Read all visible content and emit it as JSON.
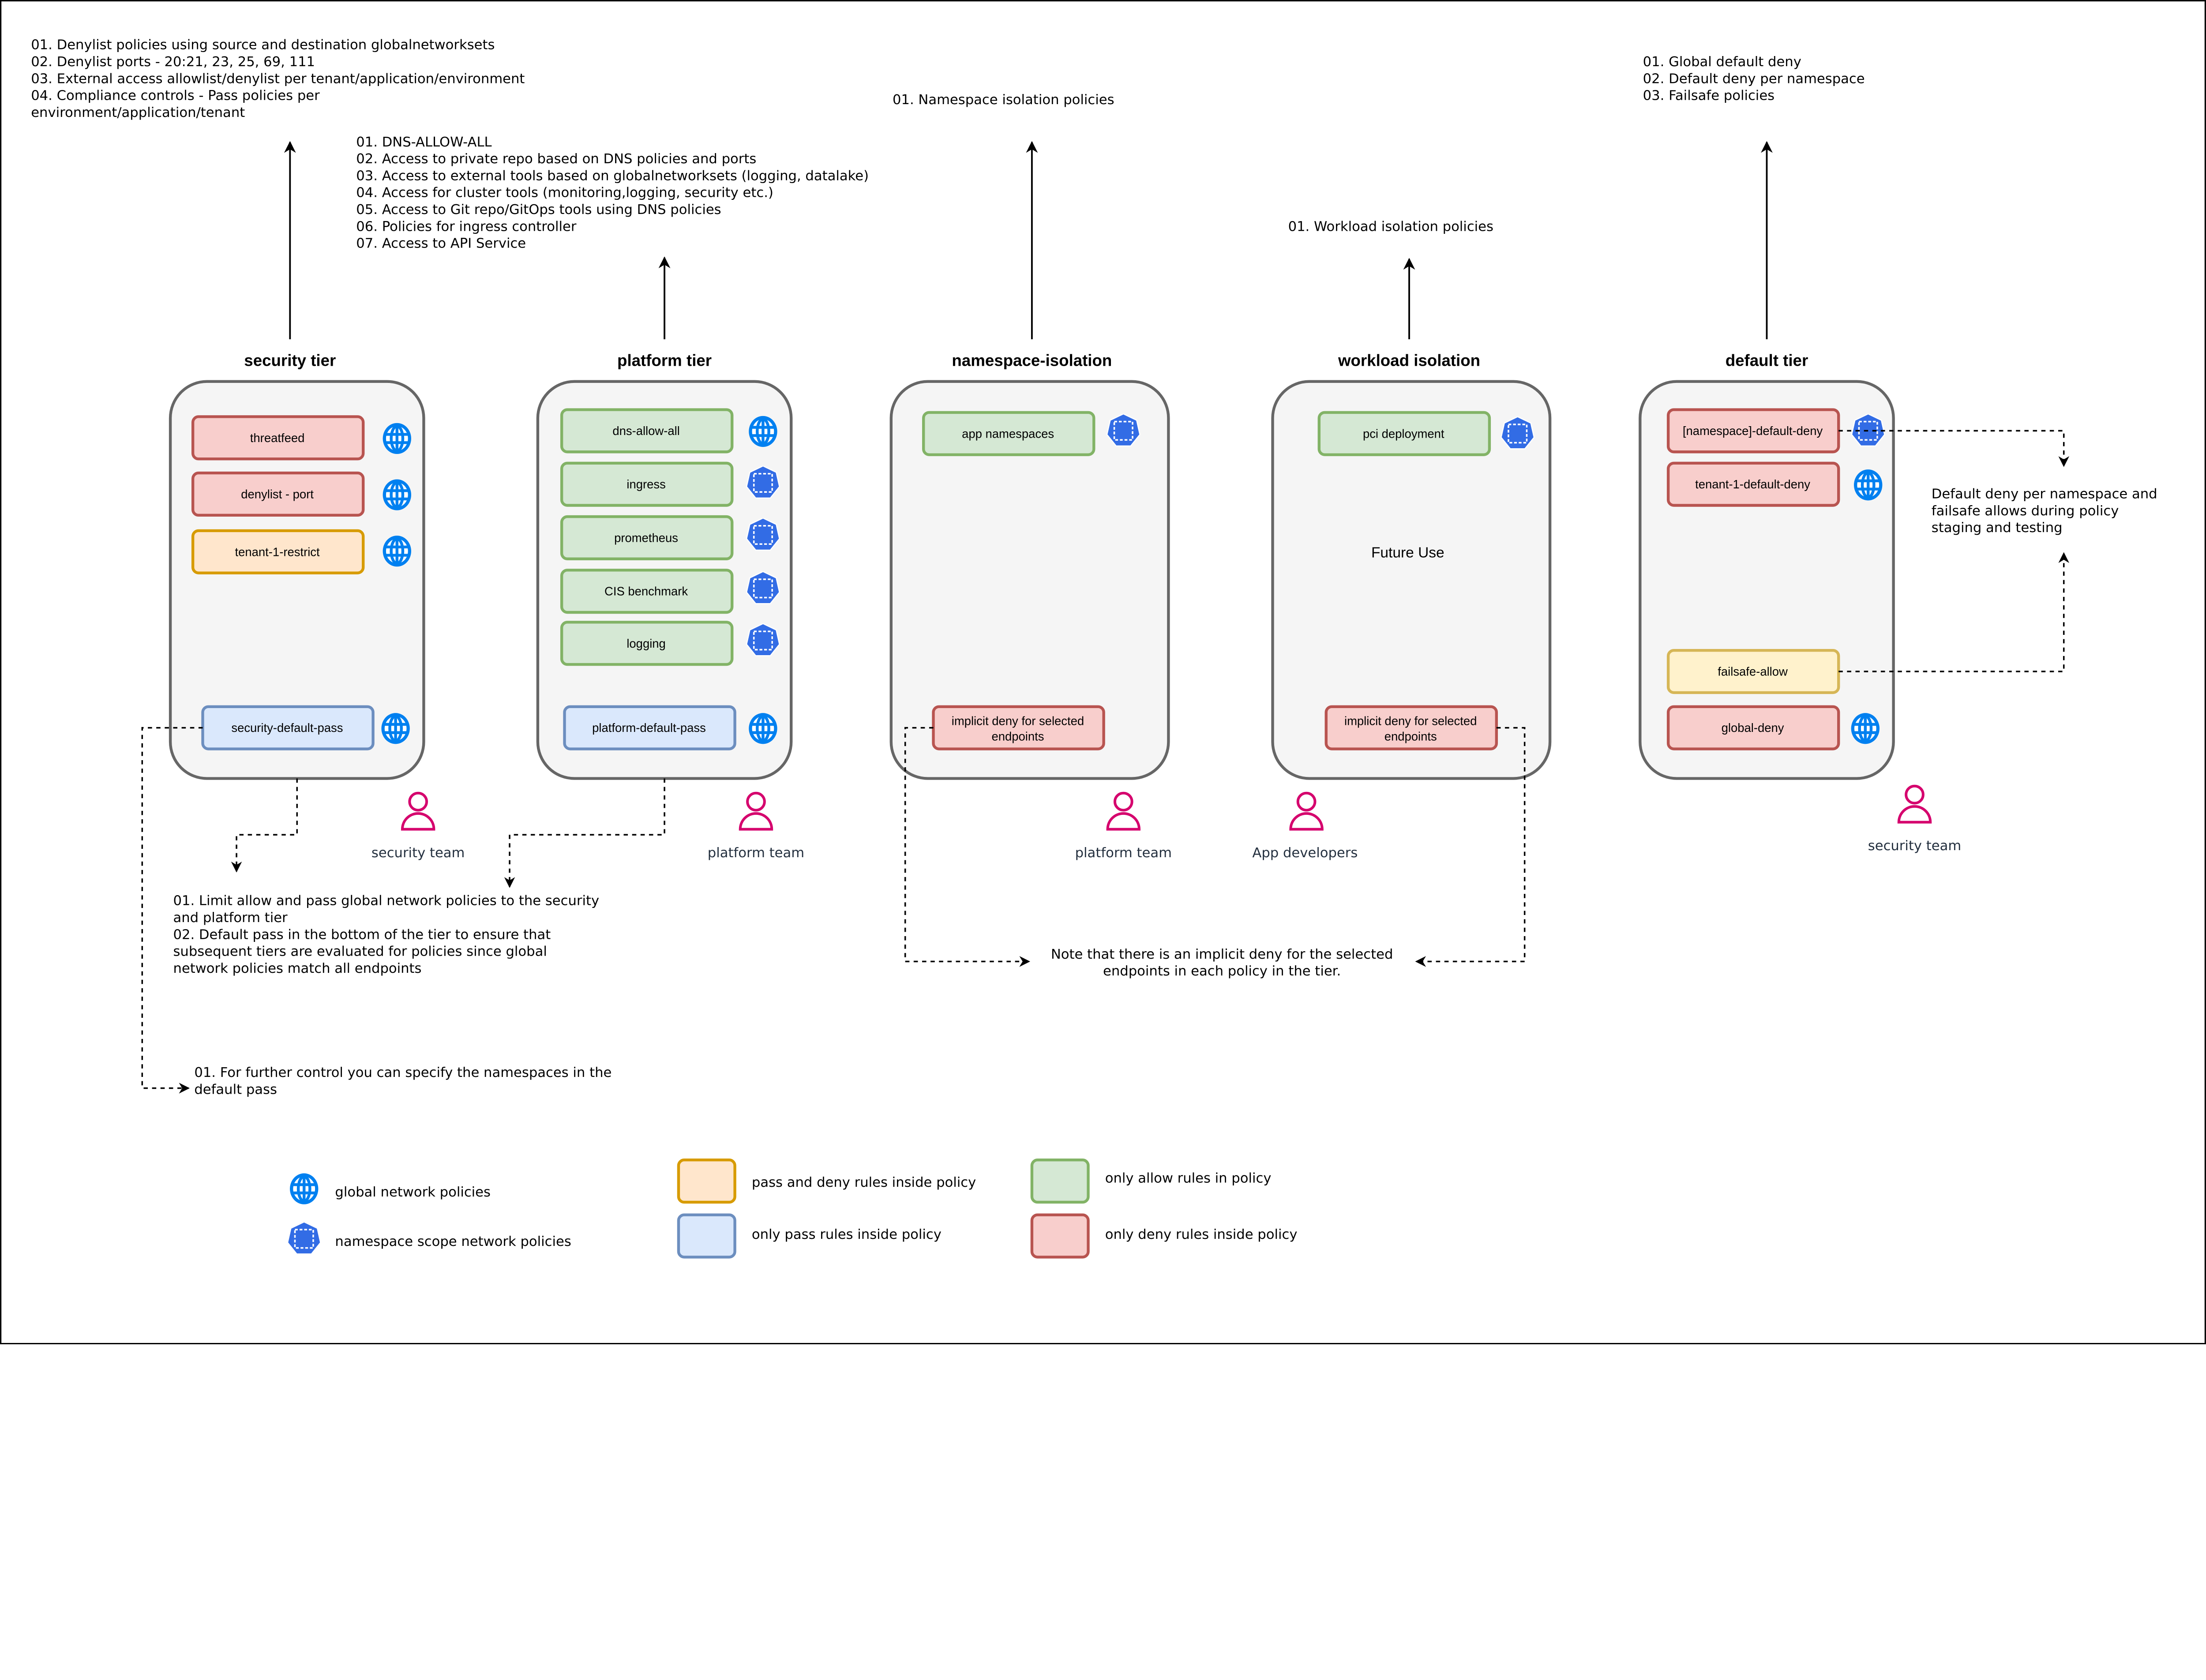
{
  "colors": {
    "globe_icon": "#0080F0",
    "namespace_icon": "#326CE5",
    "person_icon": "#D5006D",
    "deny_fill": "#f8cecc",
    "pass_deny_fill": "#ffe6cc",
    "pass_fill": "#dae8fc",
    "allow_fill": "#d5e8d4",
    "failsafe_fill": "#fff2cc"
  },
  "tiers": {
    "security": {
      "title": "security tier",
      "policies": [
        "threatfeed",
        "denylist - port",
        "tenant-1-restrict",
        "security-default-pass"
      ],
      "owner": "security team",
      "notes": [
        "01. Denylist policies using source and destination globalnetworksets",
        "02. Denylist ports - 20:21, 23, 25, 69, 111",
        "03. External access allowlist/denylist per tenant/application/environment",
        "04. Compliance controls - Pass policies per",
        "environment/application/tenant"
      ]
    },
    "platform": {
      "title": "platform tier",
      "policies": [
        "dns-allow-all",
        "ingress",
        "prometheus",
        "CIS benchmark",
        "logging",
        "platform-default-pass"
      ],
      "owner": "platform team",
      "notes": [
        "01. DNS-ALLOW-ALL",
        "02. Access to private repo based on DNS policies and ports",
        "03. Access to external tools based on globalnetworksets (logging, datalake)",
        "04. Access for cluster tools (monitoring,logging, security etc.)",
        "05. Access to Git repo/GitOps tools using DNS policies",
        "06. Policies for ingress controller",
        "07. Access to API Service"
      ]
    },
    "namespace": {
      "title": "namespace-isolation",
      "policies": [
        "app namespaces"
      ],
      "implicit": [
        "implicit deny for selected",
        "endpoints"
      ],
      "owner": "platform team",
      "notes": [
        "01. Namespace isolation policies"
      ]
    },
    "workload": {
      "title": "workload isolation",
      "policies": [
        "pci deployment"
      ],
      "future": "Future Use",
      "implicit": [
        "implicit deny for selected",
        "endpoints"
      ],
      "owner": "App developers",
      "notes": [
        "01. Workload isolation policies"
      ]
    },
    "default": {
      "title": "default tier",
      "policies": [
        "[namespace]-default-deny",
        "tenant-1-default-deny",
        "failsafe-allow",
        "global-deny"
      ],
      "owner": "security team",
      "notes": [
        "01. Global default deny",
        "02. Default deny per namespace",
        "03. Failsafe policies"
      ],
      "side_note": [
        "Default deny per namespace and",
        "failsafe allows during policy",
        "staging and testing"
      ]
    }
  },
  "annotations": {
    "pass_note": [
      "01. Limit allow and pass global network policies to the security",
      "and platform tier",
      "02. Default pass in the bottom of the tier to ensure that",
      "subsequent tiers are evaluated for policies since global",
      "network policies match all endpoints"
    ],
    "namespace_note": [
      "01. For further control you can specify the namespaces in the",
      "default pass"
    ],
    "implicit_note": [
      "Note that there is an implicit deny for the selected",
      "endpoints in each policy in the tier."
    ]
  },
  "legend": {
    "global": "global network policies",
    "namespace": "namespace scope network policies",
    "pass_deny": "pass and deny rules inside policy",
    "pass_only": "only pass rules inside policy",
    "allow_only": "only allow rules in policy",
    "deny_only": "only deny rules inside policy"
  }
}
